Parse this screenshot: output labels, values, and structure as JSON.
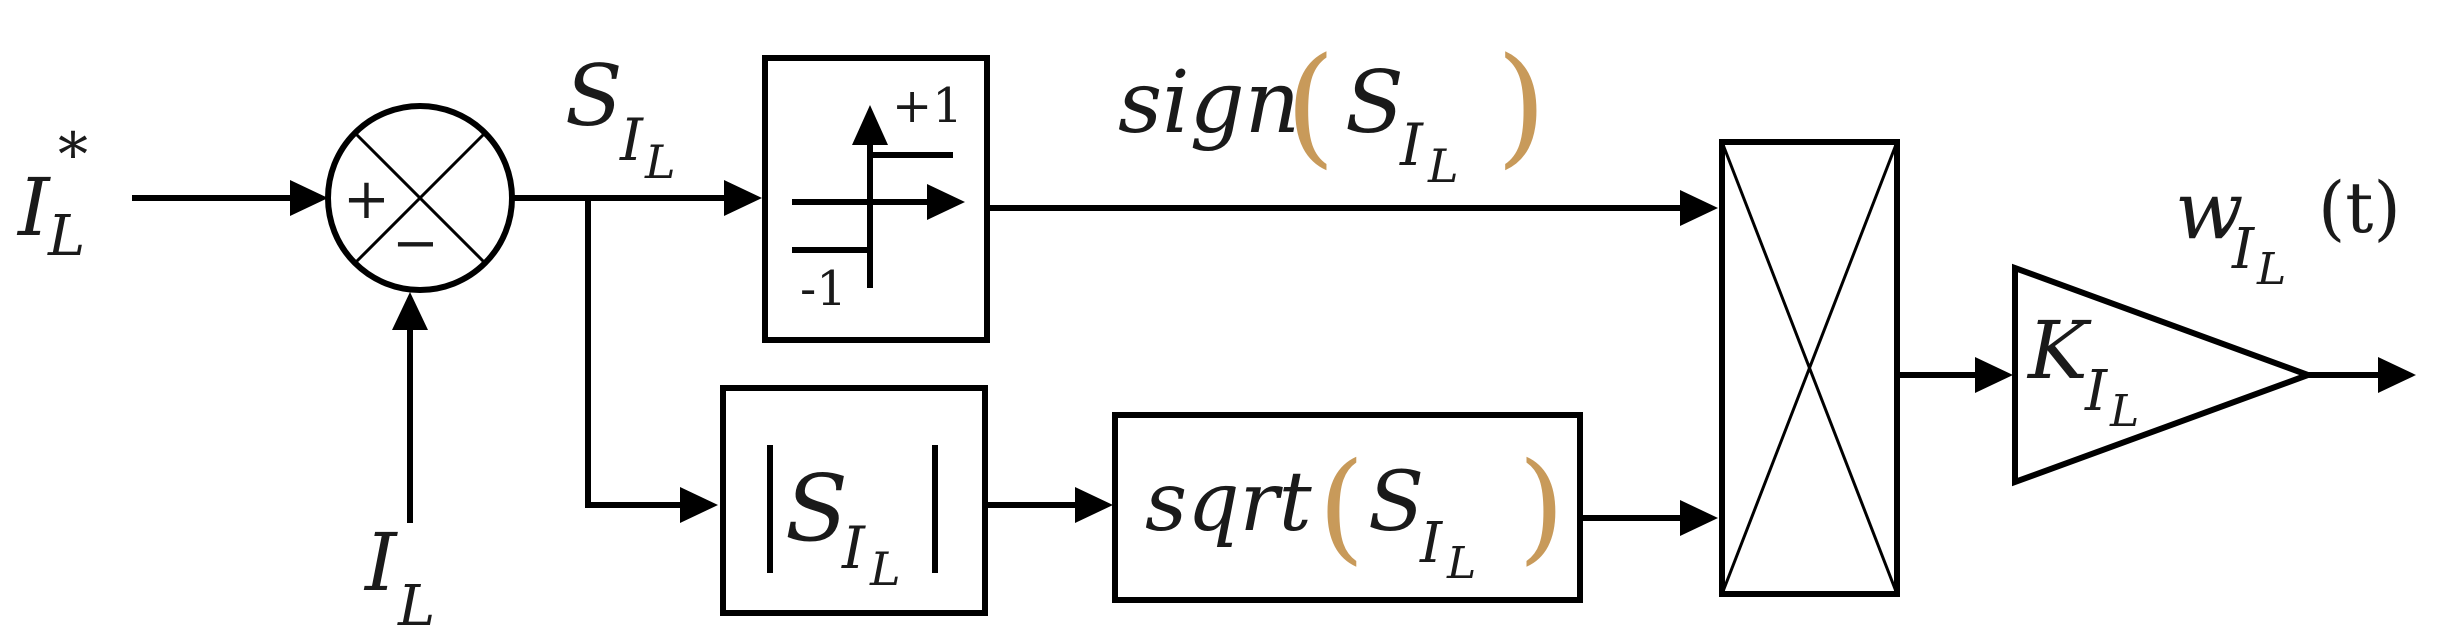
{
  "inputs": {
    "reference": {
      "symbol": "I",
      "subscript": "L",
      "superscript": "*"
    },
    "feedback": {
      "symbol": "I",
      "subscript": "L"
    }
  },
  "summer": {
    "plus": "+",
    "minus": "−"
  },
  "signals": {
    "error": {
      "symbol": "S",
      "subscript": "I",
      "subsubscript": "L"
    },
    "sign_out": {
      "func": "sign",
      "arg": "S",
      "subscript": "I",
      "subsubscript": "L"
    },
    "output": {
      "symbol": "w",
      "subscript": "I",
      "subsubscript": "L",
      "suffix": "(t)"
    }
  },
  "blocks": {
    "sign_block": {
      "upper_label": "+1",
      "lower_label": "-1"
    },
    "abs_block": {
      "arg": "S",
      "subscript": "I",
      "subsubscript": "L"
    },
    "sqrt_block": {
      "func": "sqrt",
      "arg": "S",
      "subscript": "I",
      "subsubscript": "L"
    },
    "gain_block": {
      "symbol": "K",
      "subscript": "I",
      "subsubscript": "L"
    }
  },
  "parens": {
    "open": "(",
    "close": ")"
  }
}
